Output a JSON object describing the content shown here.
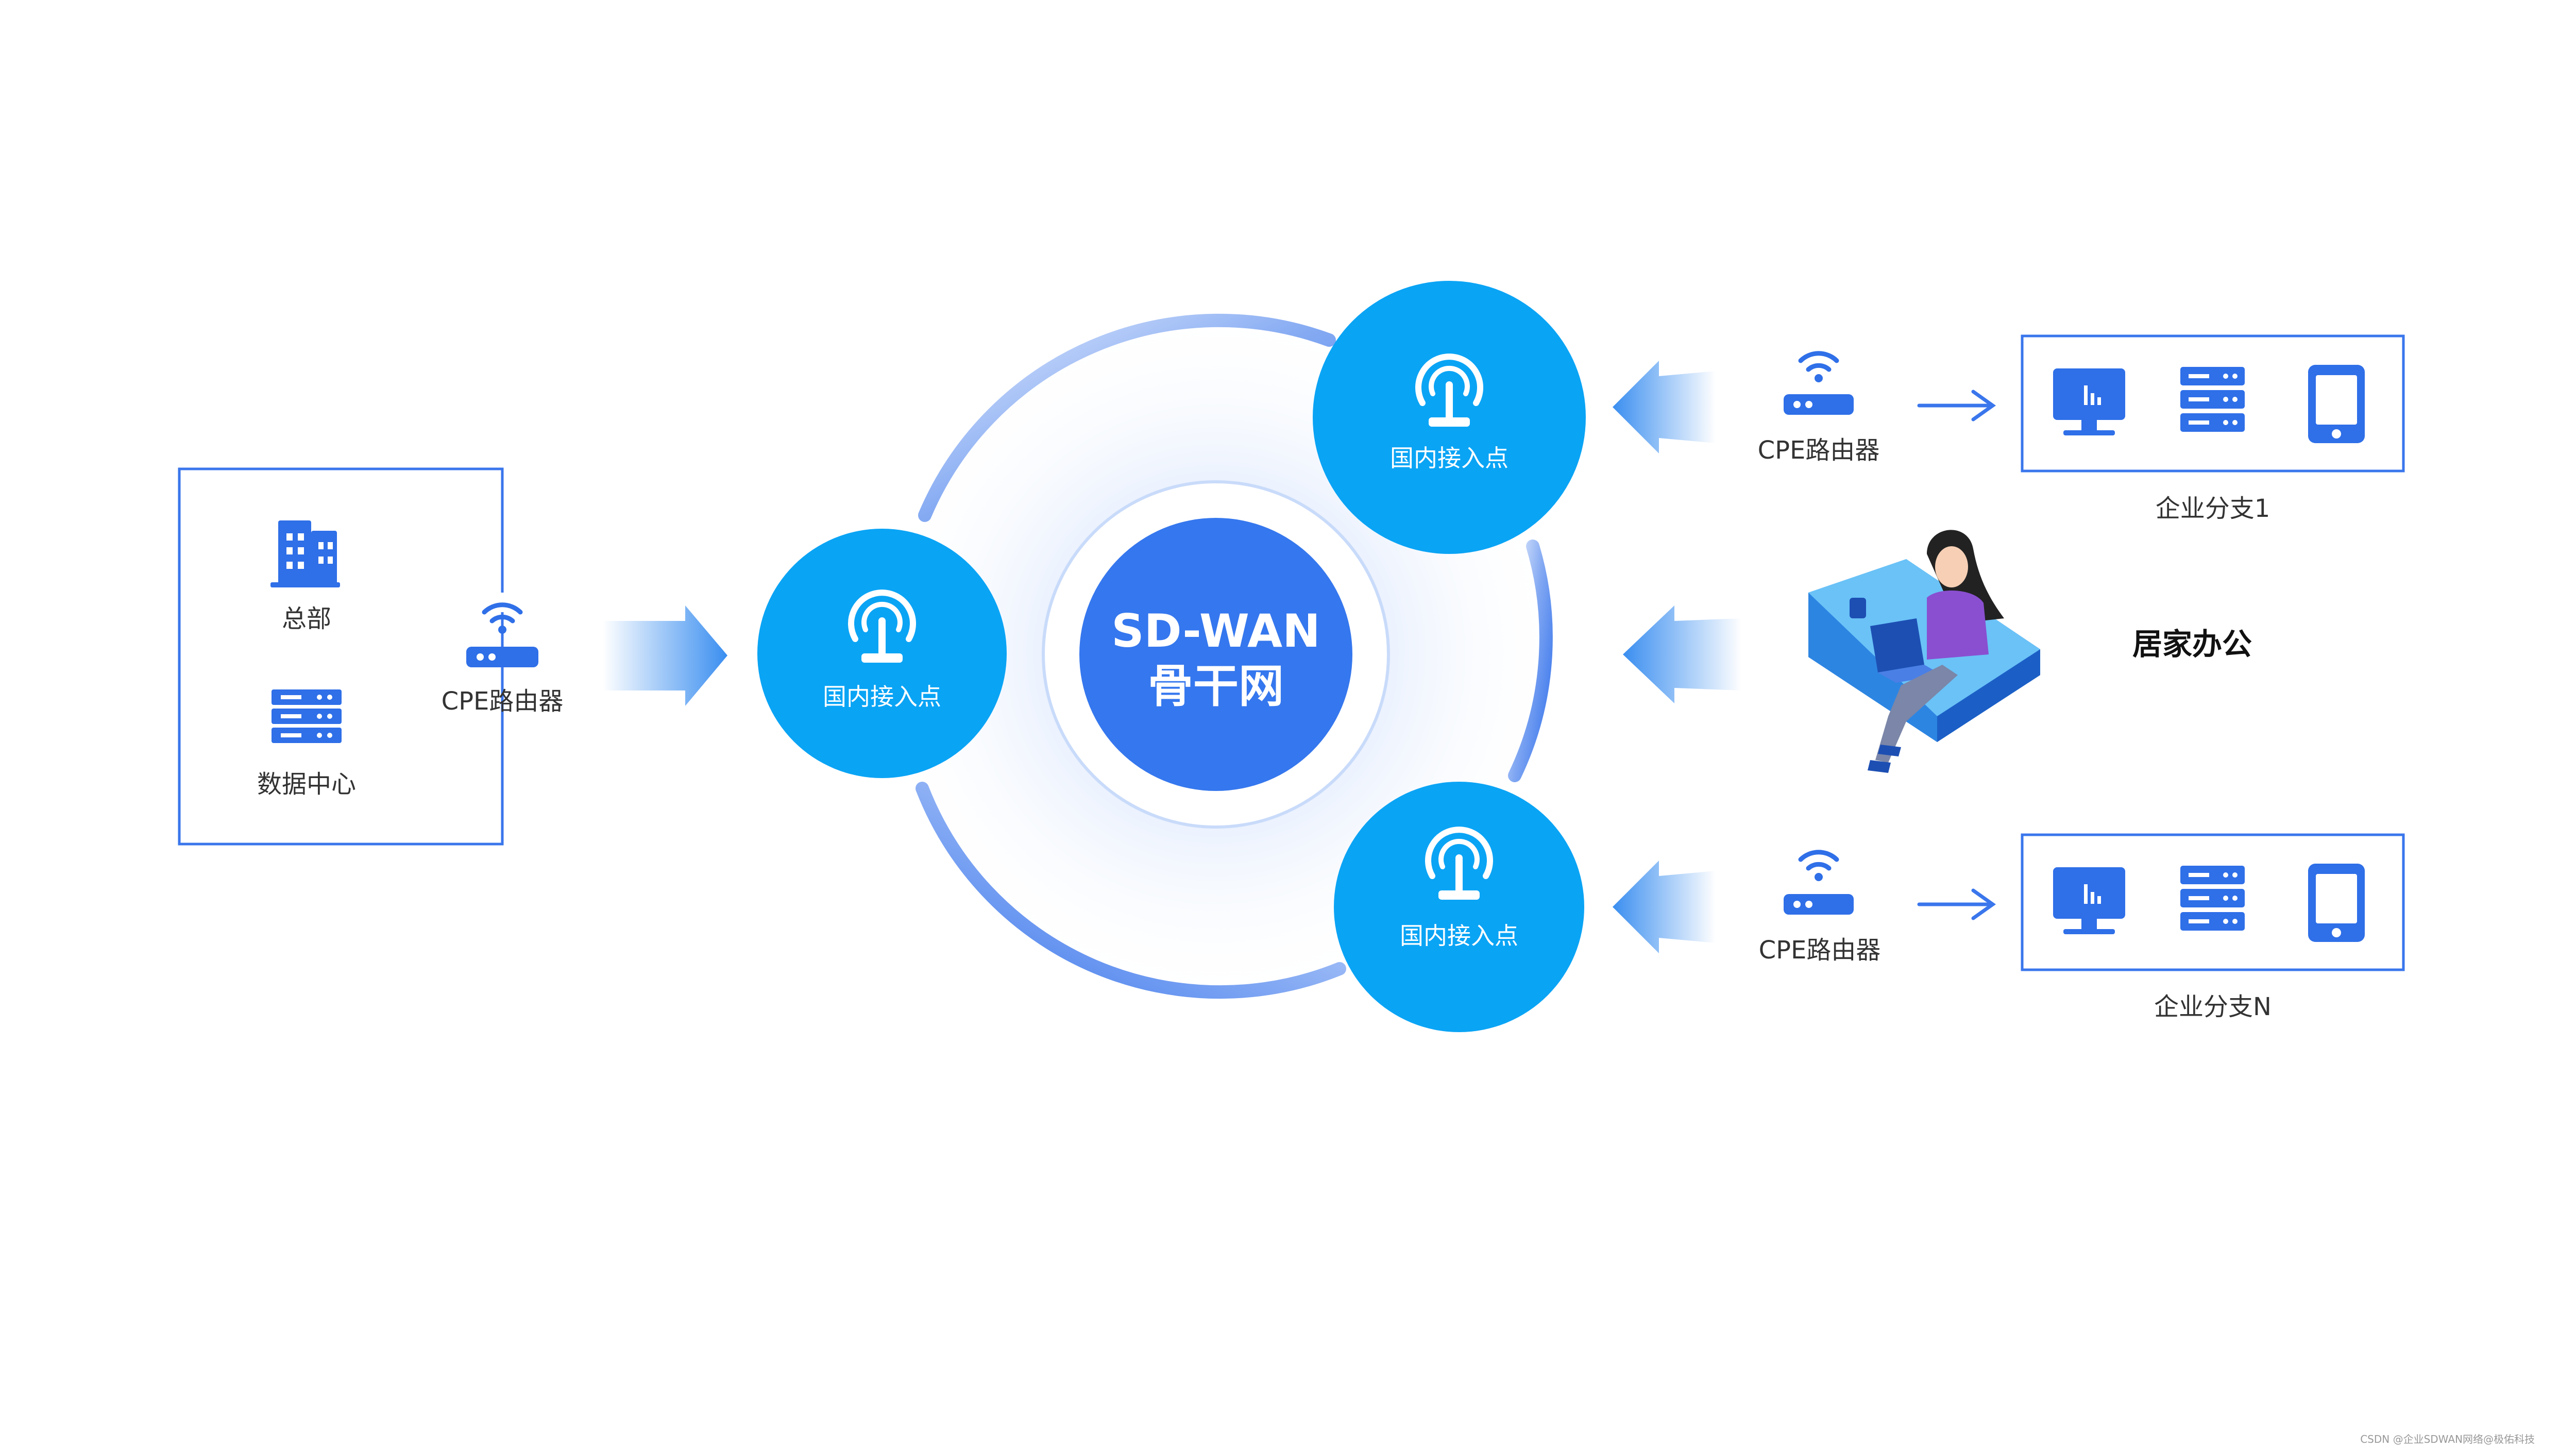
{
  "hq_group": {
    "hq_label": "总部",
    "datacenter_label": "数据中心",
    "router_label": "CPE路由器"
  },
  "core": {
    "title_line1": "SD-WAN",
    "title_line2": "骨干网"
  },
  "access_points": {
    "left_label": "国内接入点",
    "top_label": "国内接入点",
    "bottom_label": "国内接入点"
  },
  "branch1": {
    "router_label": "CPE路由器",
    "caption": "企业分支1"
  },
  "home_office": {
    "label": "居家办公"
  },
  "branchN": {
    "router_label": "CPE路由器",
    "caption": "企业分支N"
  },
  "footer": {
    "watermark": "CSDN @企业SDWAN网络@极佑科技"
  },
  "colors": {
    "primary_blue": "#3577ee",
    "access_point_blue": "#0aa4f5",
    "icon_blue": "#2f6fe8",
    "text_dark": "#333333"
  }
}
